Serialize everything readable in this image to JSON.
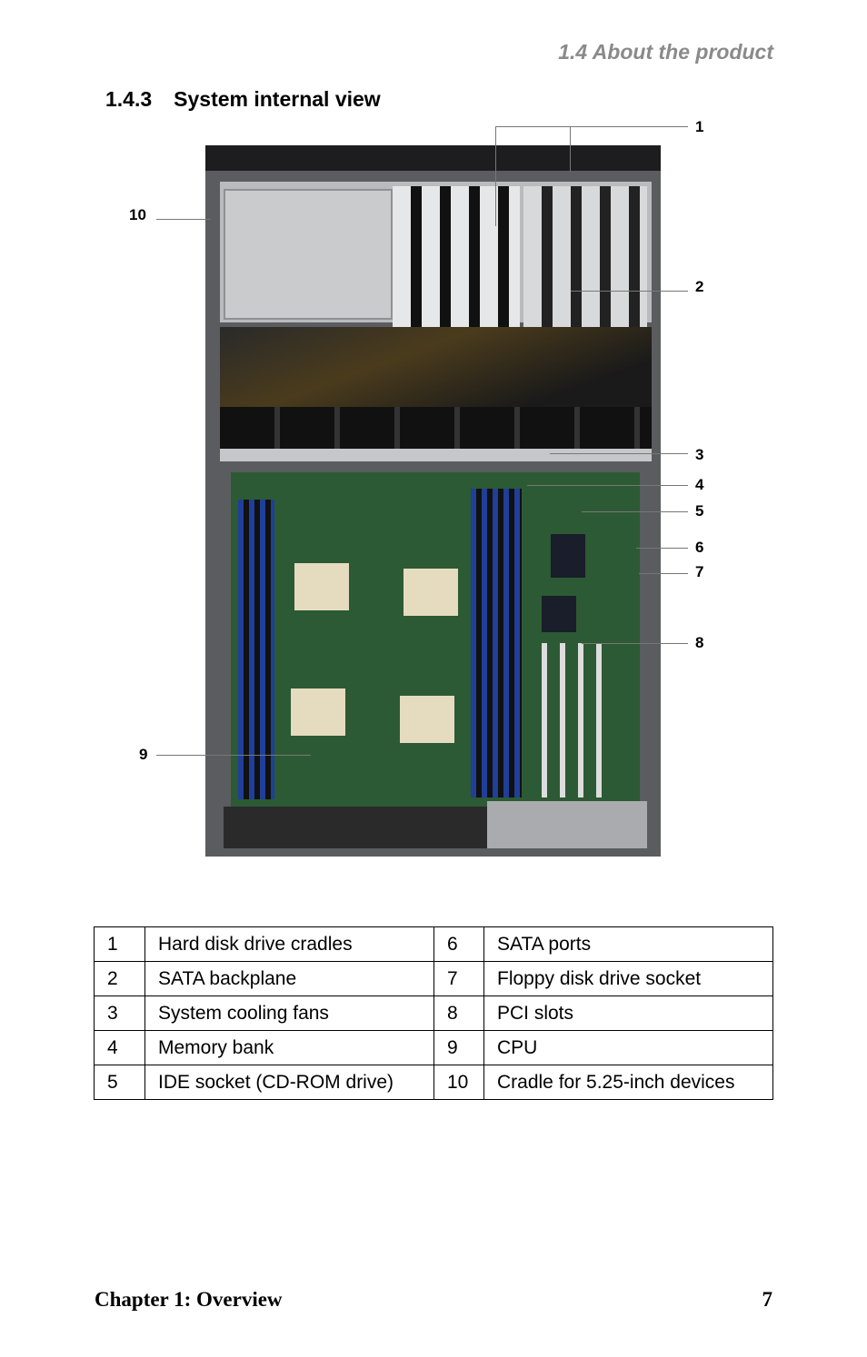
{
  "header": {
    "section_label": "1.4  About the product"
  },
  "section": {
    "number": "1.4.3",
    "title": "System internal view"
  },
  "callouts": [
    "1",
    "2",
    "3",
    "4",
    "5",
    "6",
    "7",
    "8",
    "9",
    "10"
  ],
  "legend_table": {
    "rows": [
      {
        "n1": "1",
        "label1": "Hard disk drive cradles",
        "n2": "6",
        "label2": "SATA ports"
      },
      {
        "n1": "2",
        "label1": "SATA backplane",
        "n2": "7",
        "label2": "Floppy disk drive socket"
      },
      {
        "n1": "3",
        "label1": "System cooling fans",
        "n2": "8",
        "label2": "PCI slots"
      },
      {
        "n1": "4",
        "label1": "Memory bank",
        "n2": "9",
        "label2": "CPU"
      },
      {
        "n1": "5",
        "label1": "IDE socket (CD-ROM drive)",
        "n2": "10",
        "label2": "Cradle for 5.25-inch devices"
      }
    ]
  },
  "footer": {
    "chapter": "Chapter 1: Overview",
    "page": "7"
  }
}
